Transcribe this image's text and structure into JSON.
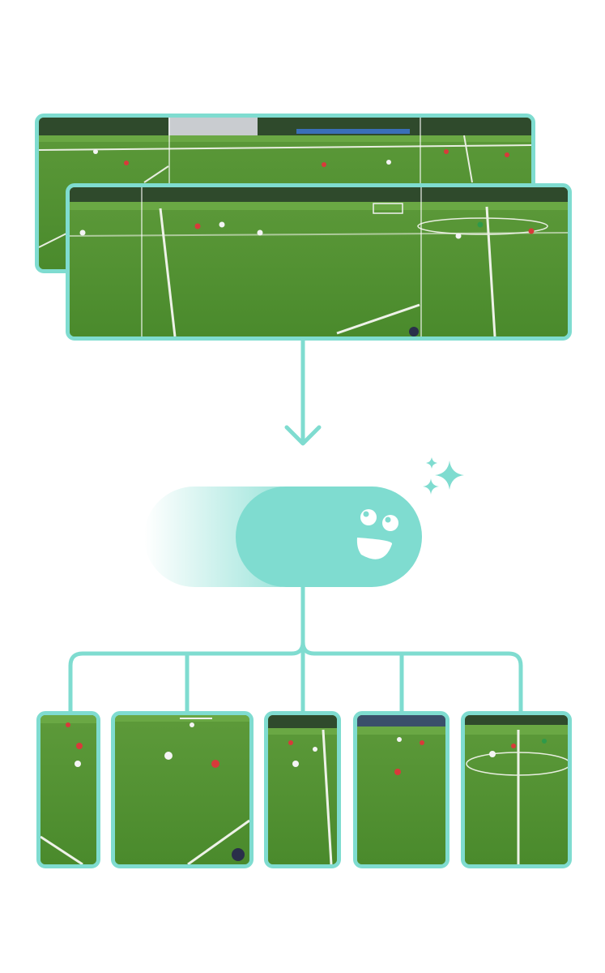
{
  "colors": {
    "accent": "#7fdcd0",
    "grass_light": "#6fae43",
    "grass_dark": "#4f8a2e",
    "tree_line": "#2f4a2c",
    "line_white": "#f2f4ee",
    "team_red": "#d83a3a",
    "team_white": "#f4f4f4"
  },
  "panoramas": [
    {
      "id": "panorama-back",
      "description_icon": "soccer-field-photo"
    },
    {
      "id": "panorama-front",
      "description_icon": "soccer-field-photo"
    }
  ],
  "processor": {
    "icon": "smiling-pill-mascot-icon",
    "effect": "sparkle-icon"
  },
  "outputs": [
    {
      "id": "clip-1",
      "icon": "soccer-field-photo"
    },
    {
      "id": "clip-2",
      "icon": "soccer-field-photo"
    },
    {
      "id": "clip-3",
      "icon": "soccer-field-photo"
    },
    {
      "id": "clip-4",
      "icon": "soccer-field-photo"
    },
    {
      "id": "clip-5",
      "icon": "soccer-field-photo"
    }
  ]
}
